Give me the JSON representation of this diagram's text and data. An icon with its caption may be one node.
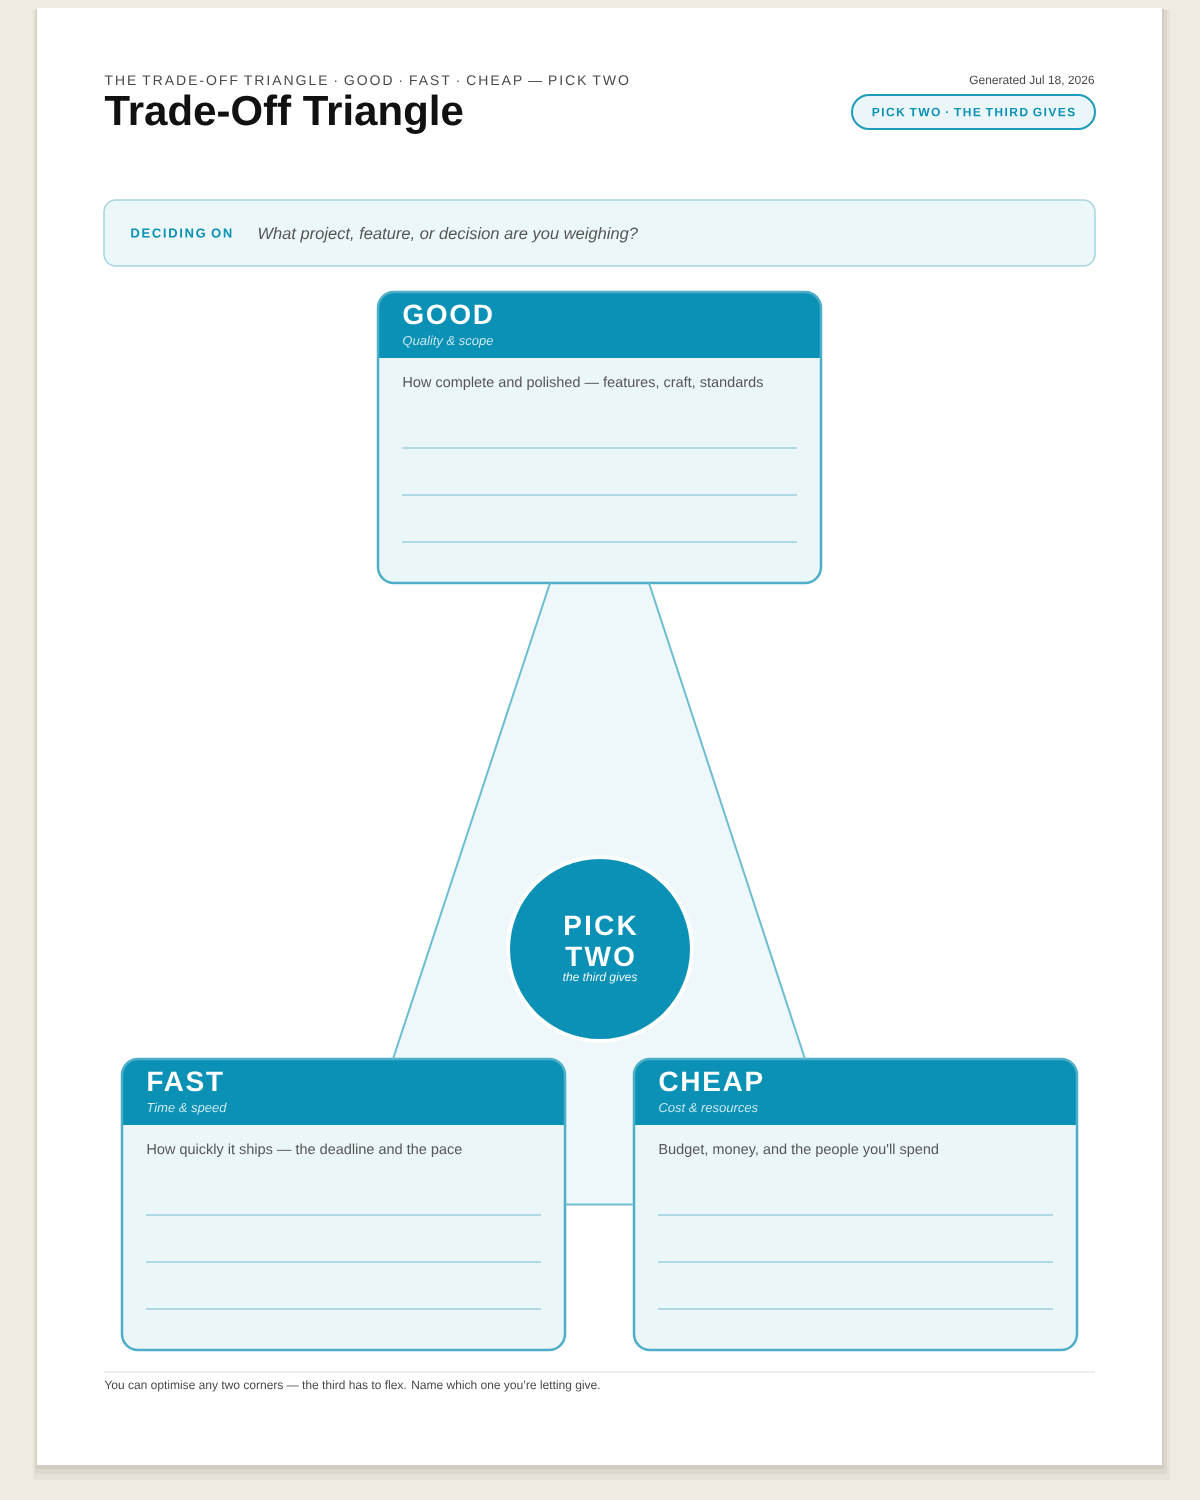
{
  "diagram": {
    "title": "Trade-Off Triangle",
    "nodes": [
      {
        "text": [
          "PICK TWO · THE THIRD GIVES"
        ]
      },
      {
        "text": [
          "DECIDING ON",
          "What project, feature, or decision are you weighing?"
        ]
      },
      {
        "text": [
          "GOOD",
          "Quality & scope",
          "How complete and polished — features, craft, standards"
        ]
      },
      {
        "text": [
          "PICK TWO",
          "the third gives"
        ]
      },
      {
        "text": [
          "FAST",
          "Time & speed",
          "How quickly it ships — the deadline and the pace"
        ]
      },
      {
        "text": [
          "CHEAP",
          "Cost & resources",
          "Budget, money, and the people you'll spend"
        ]
      }
    ],
    "edges": [
      {
        "from": 2,
        "to": 4,
        "arrow": "none"
      },
      {
        "from": 2,
        "to": 5,
        "arrow": "none"
      },
      {
        "from": 4,
        "to": 5,
        "arrow": "none"
      }
    ],
    "labels": [
      "THE TRADE-OFF TRIANGLE · GOOD · FAST · CHEAP — PICK TWO",
      "Generated Jul 18, 2026",
      "You can optimise any two corners — the third has to flex. Name which one you’re letting give."
    ]
  }
}
